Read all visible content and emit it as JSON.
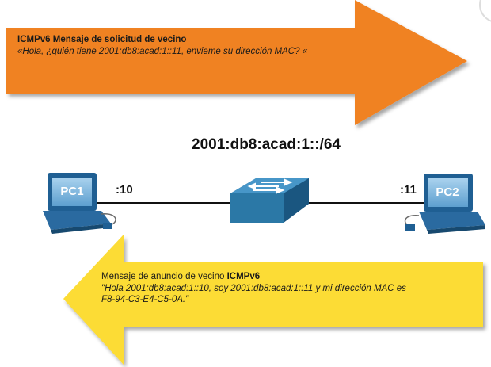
{
  "neighbor_solicitation": {
    "title": "ICMPv6 Mensaje de solicitud de vecino",
    "message": "«Hola, ¿quién tiene 2001:db8:acad:1::11, envieme su dirección MAC? «"
  },
  "network_label": "2001:db8:acad:1::/64",
  "hosts": [
    {
      "name": "PC1",
      "interface_id": ":10"
    },
    {
      "name": "PC2",
      "interface_id": ":11"
    }
  ],
  "neighbor_advertisement": {
    "title_prefix": "Mensaje de anuncio de vecino ",
    "title_bold": "ICMPv6",
    "message": "\"Hola 2001:db8:acad:1::10, soy 2001:db8:acad:1::11 y mi dirección MAC es F8-94-C3-E4-C5-0A.\""
  },
  "colors": {
    "solicitation_arrow": "#f08222",
    "advertisement_arrow": "#fcdc34",
    "pc_body": "#1f5f93",
    "pc_screen": "#8fc1e3",
    "switch": "#2b78a6",
    "link": "#111111"
  },
  "icons": [
    "pc-icon",
    "switch-icon"
  ]
}
